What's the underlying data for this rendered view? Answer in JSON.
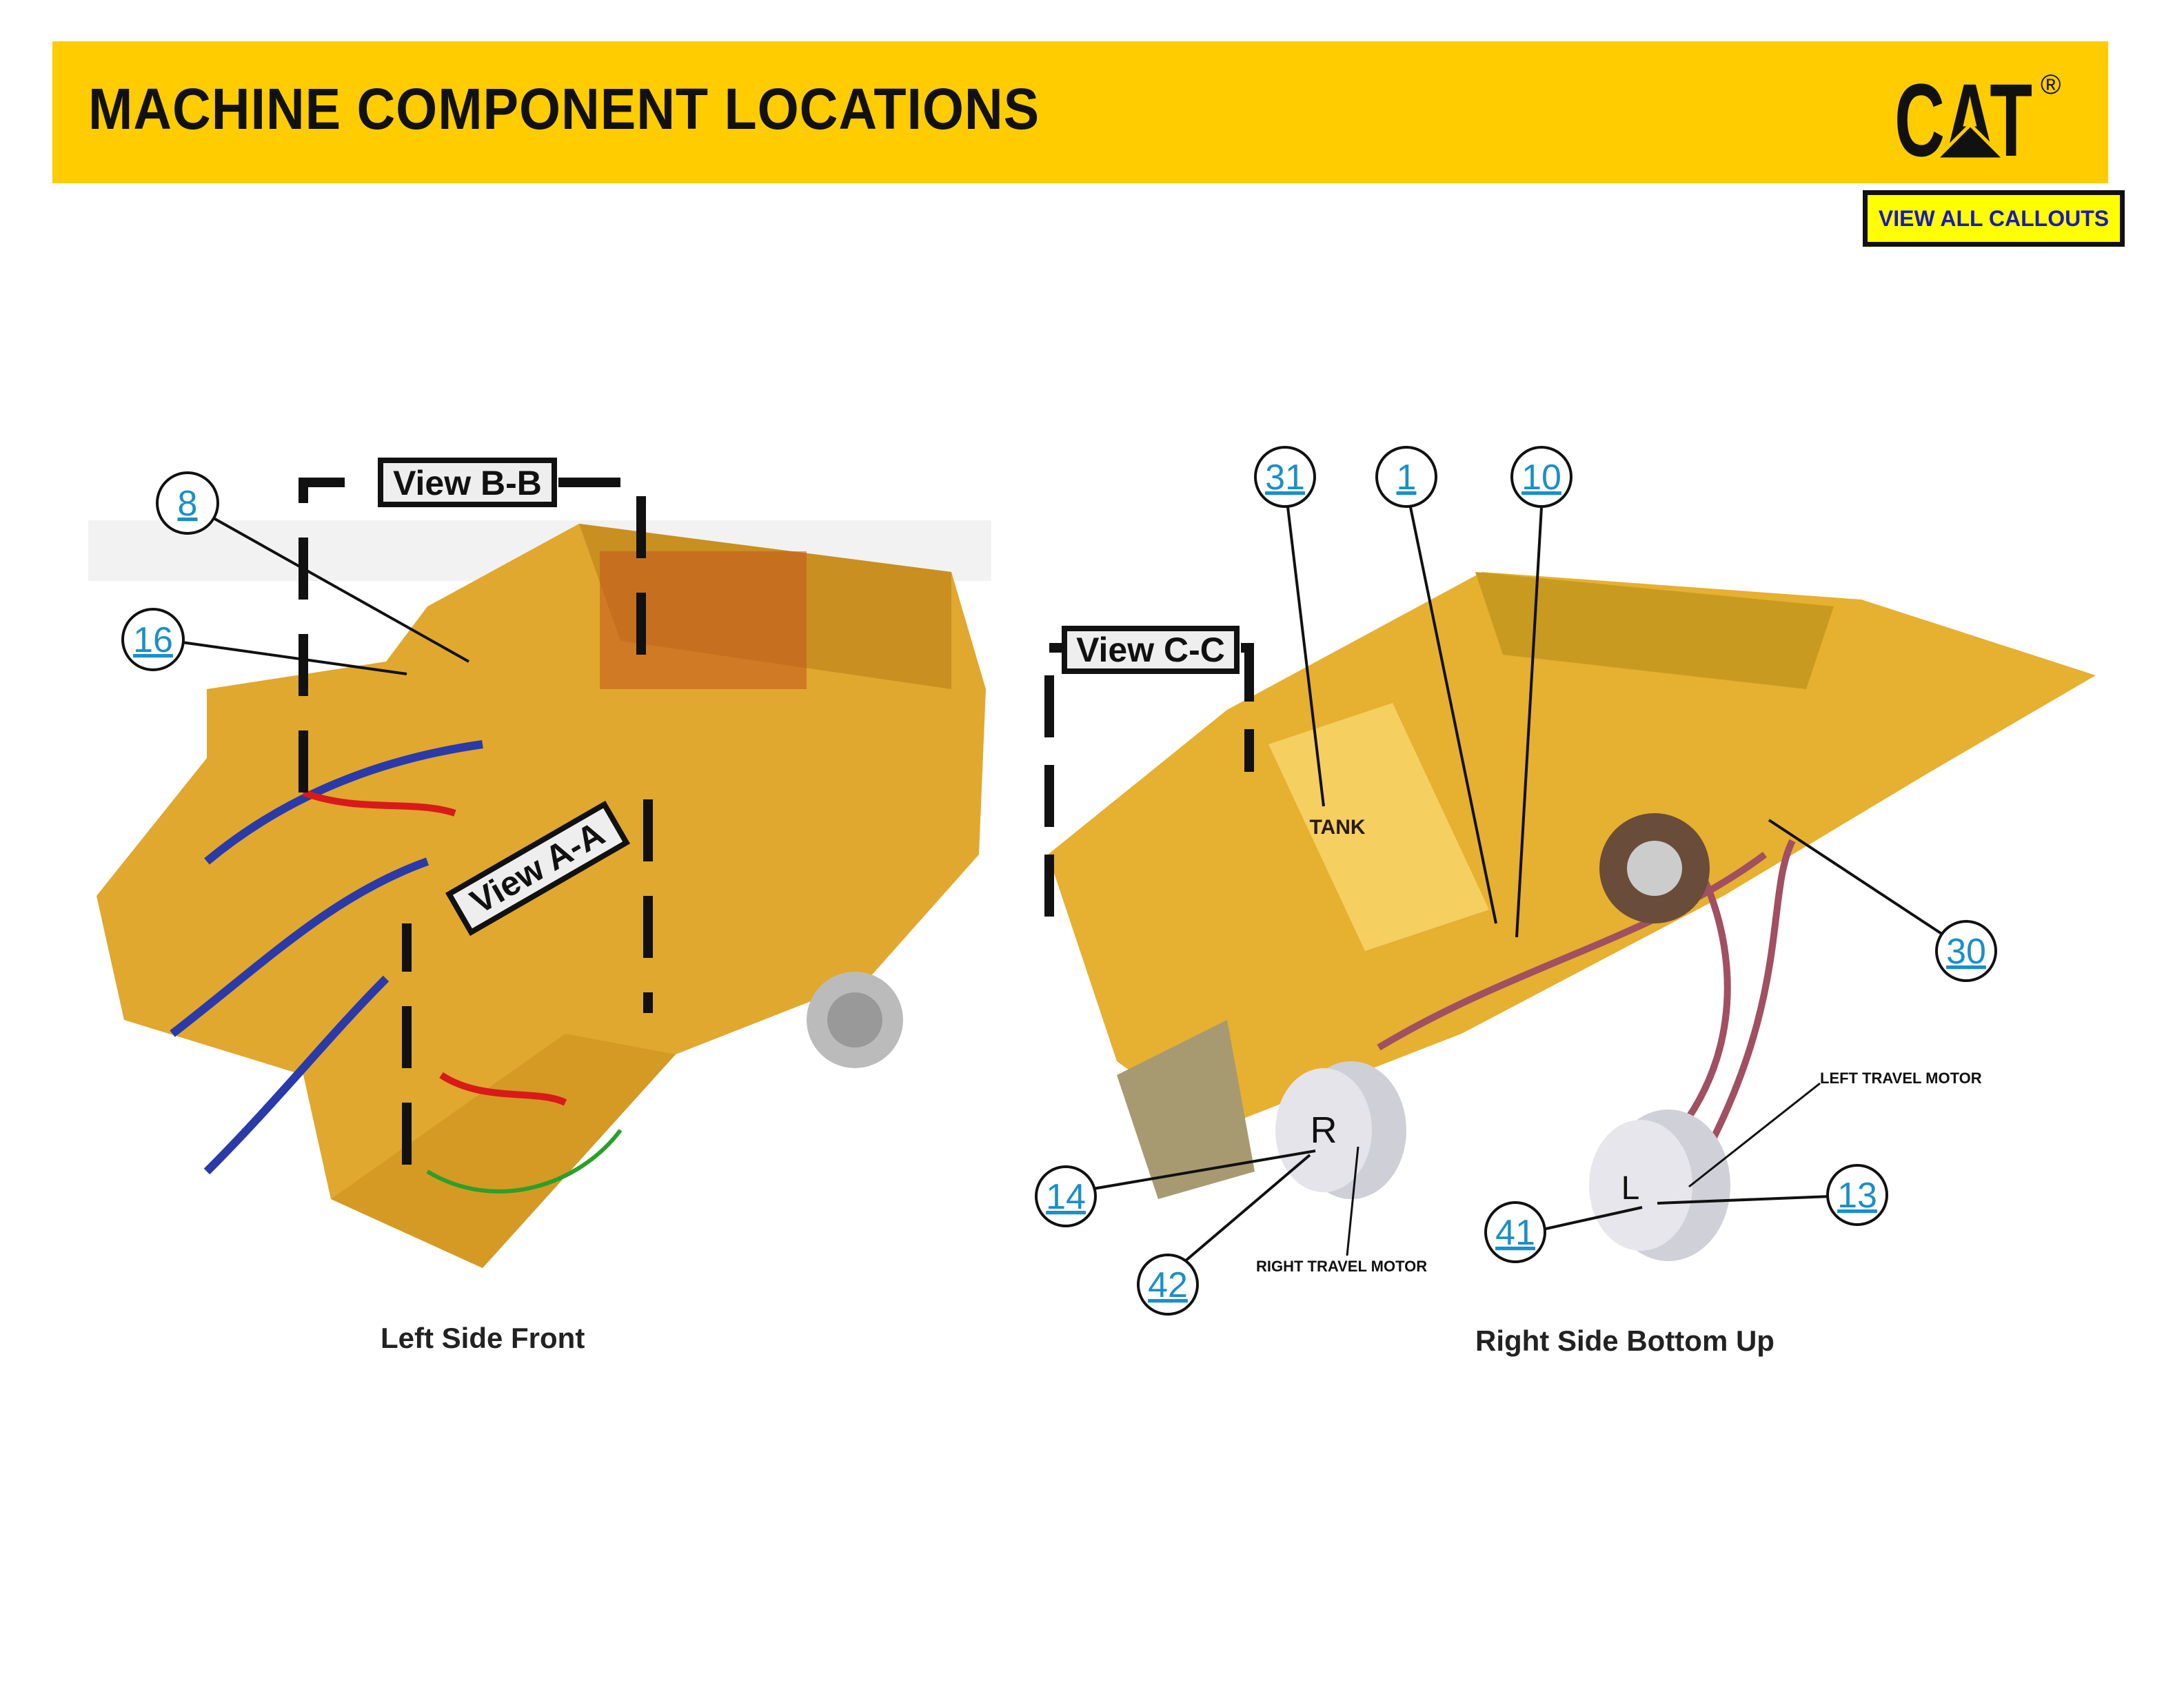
{
  "header": {
    "title": "MACHINE COMPONENT LOCATIONS",
    "logo_text": "CAT",
    "logo_mark": "®",
    "brand_color": "#ffcc00"
  },
  "toolbar": {
    "view_all_callouts_label": "VIEW ALL CALLOUTS"
  },
  "left_view": {
    "caption": "Left Side Front",
    "section_views": [
      "View B-B",
      "View A-A"
    ],
    "callouts": [
      "8",
      "16"
    ]
  },
  "right_view": {
    "caption": "Right Side Bottom Up",
    "section_views": [
      "View C-C"
    ],
    "callouts": [
      "31",
      "1",
      "10",
      "30",
      "14",
      "42",
      "41",
      "13"
    ],
    "labels": {
      "tank": "TANK",
      "right_travel_motor": "RIGHT TRAVEL MOTOR",
      "left_travel_motor": "LEFT TRAVEL MOTOR",
      "right_marker": "R",
      "left_marker": "L"
    }
  }
}
